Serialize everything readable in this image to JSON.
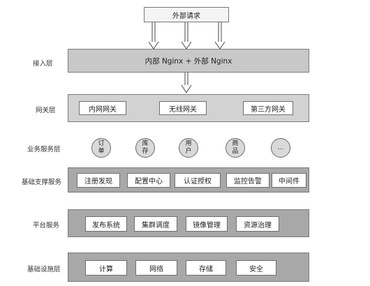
{
  "external_request": "外部请求",
  "layers": {
    "access": {
      "label": "接入层",
      "content": "内部 Nginx + 外部 Nginx"
    },
    "gateway": {
      "label": "网关层",
      "items": [
        "内网网关",
        "无线网关",
        "第三方网关"
      ]
    },
    "business": {
      "label": "业务服务层",
      "services": [
        {
          "line1": "订",
          "line2": "单"
        },
        {
          "line1": "库",
          "line2": "存"
        },
        {
          "line1": "用",
          "line2": "户"
        },
        {
          "line1": "商",
          "line2": "品"
        },
        {
          "line1": "...",
          "line2": ""
        }
      ]
    },
    "support": {
      "label": "基础支撑服务",
      "items": [
        "注册发现",
        "配置中心",
        "认证授权",
        "监控告警",
        "中间件"
      ]
    },
    "platform": {
      "label": "平台服务",
      "items": [
        "发布系统",
        "集群调度",
        "镜像管理",
        "资源治理"
      ]
    },
    "infra": {
      "label": "基础设施层",
      "items": [
        "计算",
        "网络",
        "存储",
        "安全"
      ]
    }
  }
}
